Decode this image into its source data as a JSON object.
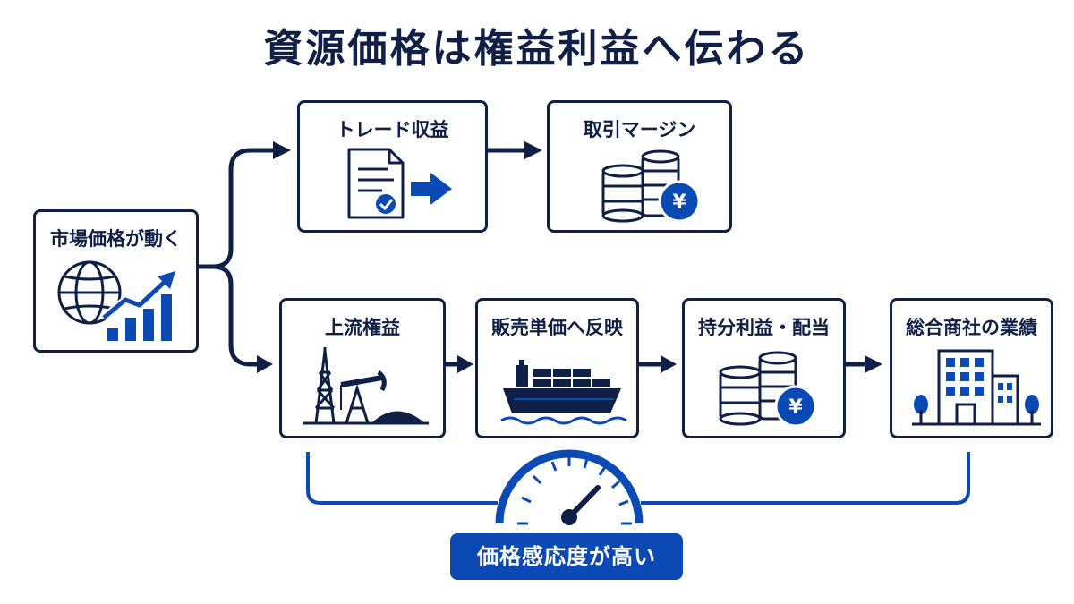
{
  "title": "資源価格は権益利益へ伝わる",
  "nodes": {
    "market": "市場価格が動く",
    "trade": "トレード収益",
    "margin": "取引マージン",
    "upstream": "上流権益",
    "sales": "販売単価へ反映",
    "equity": "持分利益・配当",
    "results": "総合商社の業績"
  },
  "badge": "価格感応度が高い",
  "currency_symbol": "¥",
  "colors": {
    "navy": "#0f1f45",
    "blue": "#0b4ab5",
    "white": "#ffffff"
  },
  "icons": {
    "market": "globe-rising-chart-icon",
    "trade": "document-arrow-icon",
    "margin": "coins-yen-icon",
    "upstream": "oil-rig-pumpjack-icon",
    "sales": "cargo-ship-icon",
    "equity": "coins-yen-icon",
    "results": "office-building-icon",
    "gauge": "speedometer-icon"
  }
}
